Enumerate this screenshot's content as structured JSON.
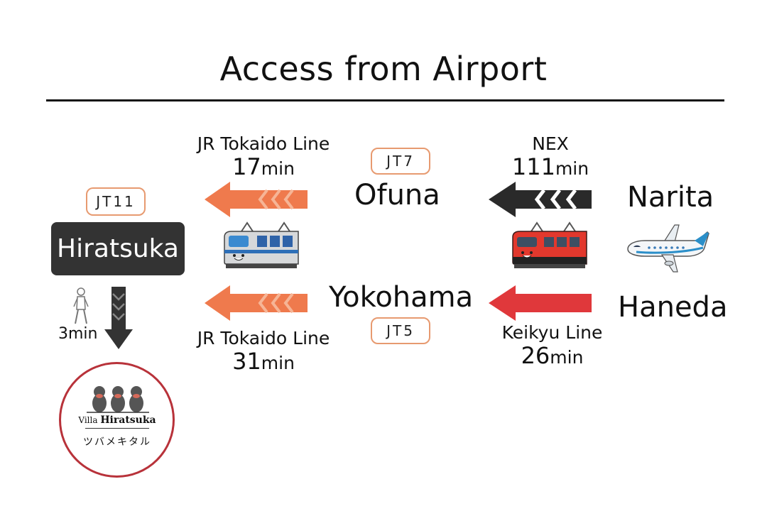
{
  "title": "Access from Airport",
  "routes": {
    "nex": {
      "line": "NEX",
      "minutes": "111",
      "unit": "min"
    },
    "keikyu": {
      "line": "Keikyu Line",
      "minutes": "26",
      "unit": "min"
    },
    "tokaido_ofuna": {
      "line": "JR Tokaido Line",
      "minutes": "17",
      "unit": "min"
    },
    "tokaido_yokohama": {
      "line": "JR Tokaido Line",
      "minutes": "31",
      "unit": "min"
    }
  },
  "airports": {
    "narita": "Narita",
    "haneda": "Haneda"
  },
  "stations": {
    "ofuna": {
      "name": "Ofuna",
      "code": "JT7"
    },
    "yokohama": {
      "name": "Yokohama",
      "code": "JT5"
    },
    "hiratsuka": {
      "name": "Hiratsuka",
      "code": "JT11"
    }
  },
  "walk": {
    "minutes": "3",
    "unit": "min"
  },
  "logo": {
    "villa": "Villa",
    "name": "Hiratsuka",
    "katakana": "ツバメキタル"
  },
  "colors": {
    "jr_arrow": "#ef7a4d",
    "nex_arrow": "#2a2a2a",
    "keikyu_arrow": "#e0383b",
    "hiratsuka_box": "#333333",
    "badge_border": "#e79a70",
    "logo_ring": "#b8323a"
  },
  "icons": [
    "airplane-icon",
    "nex-train-icon",
    "jr-train-icon",
    "walking-person-icon",
    "down-arrow-icon",
    "swallows-icon"
  ]
}
